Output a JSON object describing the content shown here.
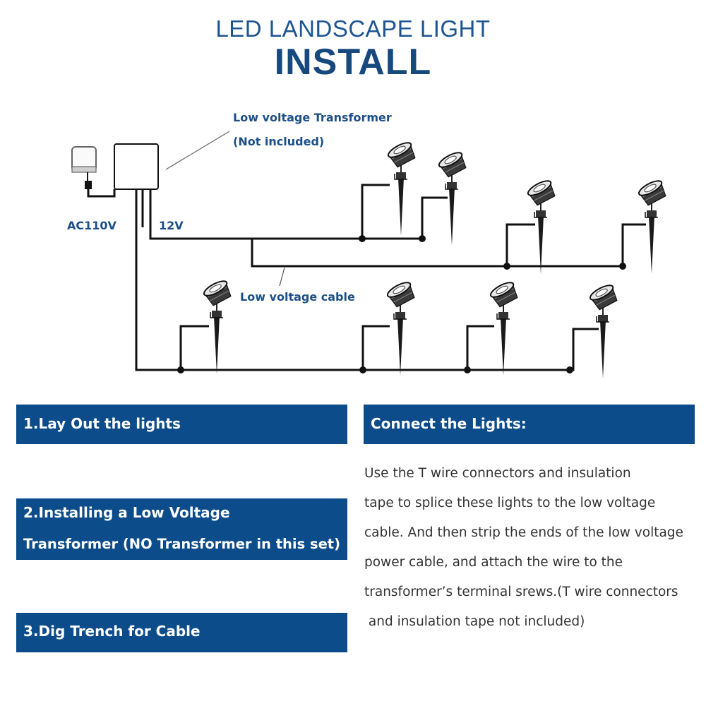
{
  "title": {
    "line1": "LED LANDSCAPE LIGHT",
    "line2": "INSTALL"
  },
  "diagram": {
    "transformer_label_line1": "Low voltage Transformer",
    "transformer_label_line2": "(Not included)",
    "ac_label": "AC110V",
    "voltage_label": "12V",
    "cable_label": "Low voltage cable",
    "icons": [
      "wall-outlet-icon",
      "plug-icon",
      "transformer-box-icon",
      "spotlight-icon"
    ]
  },
  "steps": [
    {
      "text": "1.Lay Out the lights"
    },
    {
      "line1": "2.Installing a Low Voltage",
      "line2": "Transformer (NO Transformer in this set)"
    },
    {
      "text": "3.Dig Trench for Cable"
    }
  ],
  "connect": {
    "heading": "Connect the Lights:",
    "lines": [
      "Use the T wire connectors and insulation",
      "tape to splice these lights to the low voltage",
      "cable. And then strip the ends of the low voltage",
      "power cable, and attach the wire to the",
      "transformer’s terminal srews.(T wire connectors",
      " and insulation tape not included)"
    ]
  },
  "colors": {
    "title": "#1d5592",
    "bar": "#0c4c8b",
    "label": "#1d4f86",
    "body_text": "#333333"
  }
}
